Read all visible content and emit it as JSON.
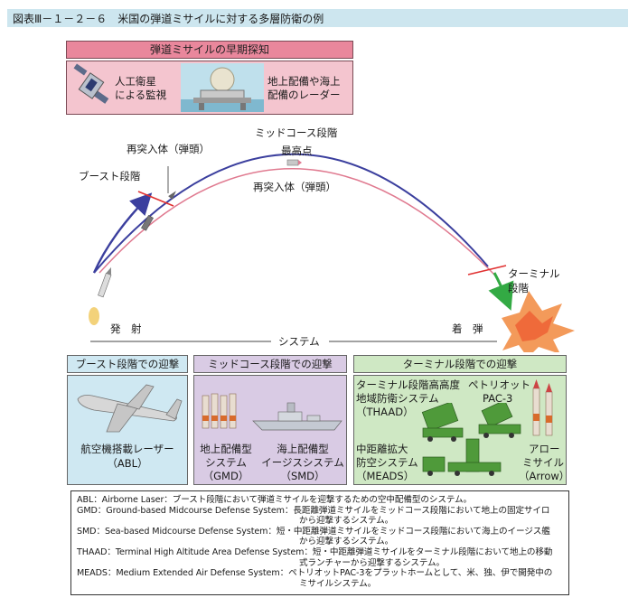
{
  "title": "図表Ⅲ－１－２－６　米国の弾道ミサイルに対する多層防衛の例",
  "detection": {
    "header": "弾道ミサイルの早期探知",
    "satellite": [
      "人工衛星",
      "による監視"
    ],
    "radar": [
      "地上配備や海上",
      "配備のレーダー"
    ]
  },
  "trajectory": {
    "boost": "ブースト段階",
    "reentry_top": "再突入体（弾頭）",
    "midcourse": "ミッドコース段階",
    "apex": "最高点",
    "reentry_mid": "再突入体（弾頭）",
    "terminal": [
      "ターミナル",
      "段階"
    ],
    "launch": "発　射",
    "impact": "着　弾",
    "system": "システム"
  },
  "boost_panel": {
    "header": "ブースト段階での迎撃",
    "abl": [
      "航空機搭載レーザー",
      "（ABL）"
    ]
  },
  "mid_panel": {
    "header": "ミッドコース段階での迎撃",
    "gmd": [
      "地上配備型",
      "システム",
      "（GMD）"
    ],
    "smd": [
      "海上配備型",
      "イージスシステム",
      "（SMD）"
    ]
  },
  "term_panel": {
    "header": "ターミナル段階での迎撃",
    "thaad": [
      "ターミナル段階高高度",
      "地域防衛システム",
      "（THAAD）"
    ],
    "pac3": [
      "ペトリオット",
      "PAC-3"
    ],
    "meads": [
      "中距離拡大",
      "防空システム",
      "（MEADS）"
    ],
    "arrow": [
      "アロー",
      "ミサイル",
      "（Arrow）"
    ]
  },
  "legend": [
    {
      "text": "ABL：Airborne Laser：ブースト段階において弾道ミサイルを迎撃するための空中配備型のシステム。",
      "indent": false
    },
    {
      "text": "GMD：Ground-based Midcourse Defense System：長距離弾道ミサイルをミッドコース段階において地上の固定サイロ",
      "indent": false
    },
    {
      "text": "から迎撃するシステム。",
      "indent": true
    },
    {
      "text": "SMD：Sea-based Midcourse Defense System：短・中距離弾道ミサイルをミッドコース段階において海上のイージス艦",
      "indent": false
    },
    {
      "text": "から迎撃するシステム。",
      "indent": true
    },
    {
      "text": "THAAD：Terminal High Altitude Area Defense System：短・中距離弾道ミサイルをターミナル段階において地上の移動",
      "indent": false
    },
    {
      "text": "式ランチャーから迎撃するシステム。",
      "indent": true
    },
    {
      "text": "MEADS：Medium Extended Air Defense System：ペトリオットPAC-3をプラットホームとして、米、独、伊で開発中の",
      "indent": false
    },
    {
      "text": "ミサイルシステム。",
      "indent": true
    }
  ],
  "colors": {
    "header_bg": "#cde6ef",
    "pink_head": "#e9879c",
    "pink_box": "#f4c5cf",
    "blue_panel": "#cfe8f2",
    "purple_panel": "#d9cbe4",
    "green_panel": "#cfe8c4",
    "trajectory_blue": "#3b3f9e",
    "trajectory_pink": "#e07a90",
    "terminal_green": "#33aa44",
    "intercept_red": "#e03030"
  }
}
